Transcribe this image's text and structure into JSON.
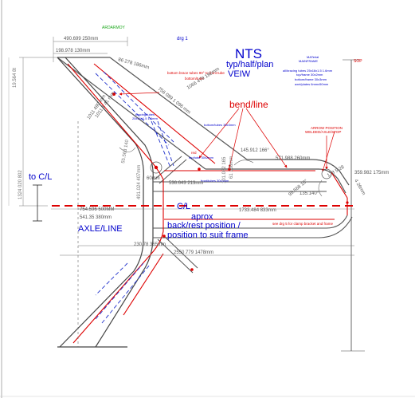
{
  "labels": {
    "stamp": "ARDARMOY",
    "drg": "drg 1",
    "nts": "NTS",
    "typ_half_plan": "typ/half/plan",
    "veiw": "VEIW",
    "bend_line": "bend/line",
    "to_cl": "to C/L",
    "axle_line": "AXLE/LINE",
    "cl": "C/L",
    "aprox": "aprox",
    "back_rest": "back/rest position /",
    "position_suit": "position to suit frame",
    "sop": "SOP"
  },
  "notes": {
    "material_1": "MATerial",
    "material_2": "MAINFRAME",
    "tubes_1": "all/bracing tubes 25x16x1.5 1.6mm",
    "tubes_2": "top/frame 30x2mm",
    "tubes_3": "bottom/frame 30x3mm",
    "tubes_4": "axel/plates 6mmx50mm",
    "bottom_brace": "bottom brace tubes 90° to front tube",
    "bottom_tube": "bottom/tube",
    "bracing_tubes": "bracing/tubes",
    "bracing_size": "25x16x1.5 1.6mm",
    "bottom_tubes_30": "bottom/tubes 30x3mm",
    "red_label": "red",
    "top_tube": "top/tube 30x2mm",
    "front_tubes": "front/tubes 30x3mm",
    "arrow_position_1": "ARROW POSITION",
    "arrow_position_2": "WELDED/AXLE/STOP",
    "see_drg": "see drg 5 for clamp bracket and frame"
  },
  "dims": {
    "top_width": "490.699 250mm",
    "top_inner": "198.978 130mm",
    "left_top": "19.564 8t",
    "left_long": "1324 020 802",
    "upper_diag": "1066 479 186mm",
    "diag_long": "756 089 1 096 mm",
    "diag_left": "1011 490 mm",
    "diag_left2": "1011 1 41 mm",
    "angle1": "145.912 166°",
    "span1": "571.988 260mm",
    "mid_tube": "536.643 213mm",
    "mid_left": "491.024 407mm",
    "mid_small": "55.563 140",
    "cl_left": "754.596 500MM",
    "cl_left2": "541.35 380mm",
    "cl_mid": "1733.484 833mm",
    "bottom_span": "2550.779 1478mm",
    "vert_mid": "101.082 165",
    "vert_mid2": "61 168mm",
    "angle_right": "95.568 18°",
    "angle_right2": "135.140°",
    "right_small": "178 5 28",
    "right_dim": "359.982 175mm",
    "axle_small": "230.78 365mm",
    "tiny_left": "60mm",
    "right_diag": "4 26mm",
    "upper_curve": "86 278 186mm"
  }
}
